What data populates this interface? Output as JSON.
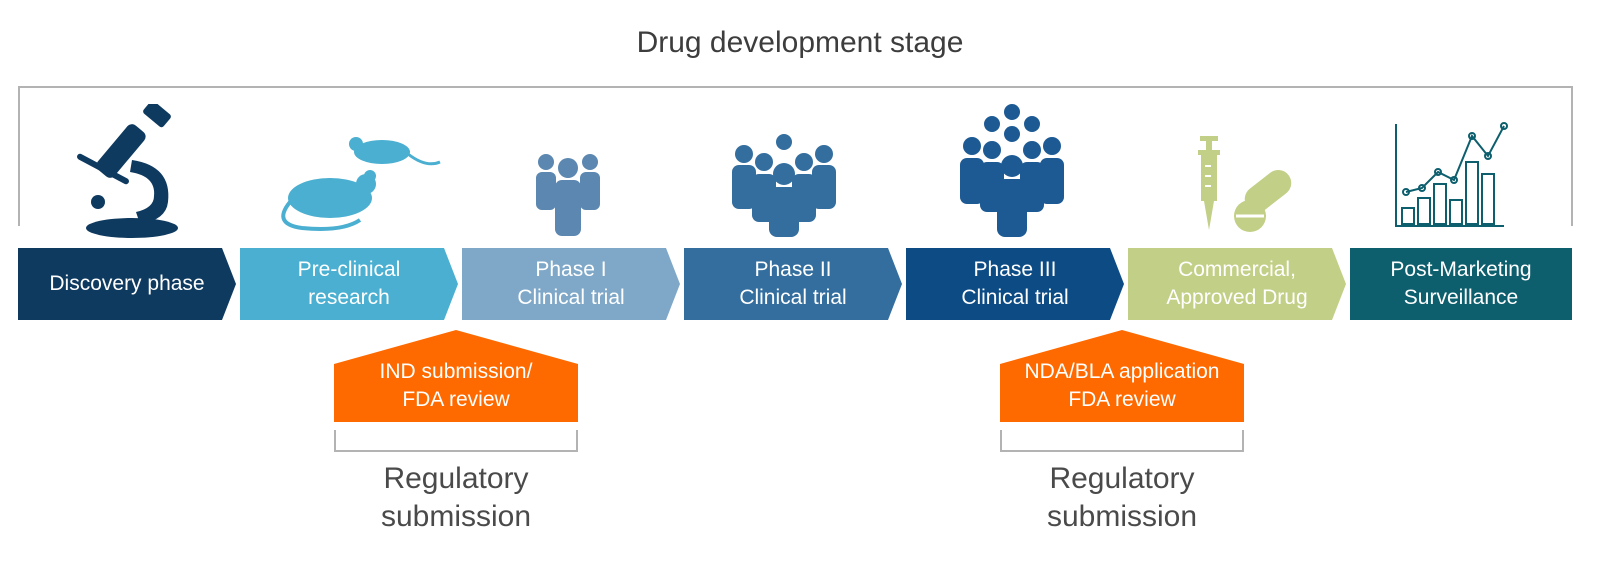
{
  "title": "Drug development stage",
  "stages": [
    {
      "label": "Discovery phase",
      "color": "#0f3a5f",
      "icon": "microscope-icon"
    },
    {
      "label": "Pre-clinical\nresearch",
      "color": "#4aafd0",
      "icon": "mice-icon"
    },
    {
      "label": "Phase I\nClinical trial",
      "color": "#7fa8c8",
      "icon": "small-group-icon"
    },
    {
      "label": "Phase II\nClinical trial",
      "color": "#336e9e",
      "icon": "medium-group-icon"
    },
    {
      "label": "Phase III\nClinical trial",
      "color": "#0d4b85",
      "icon": "large-group-icon"
    },
    {
      "label": "Commercial,\nApproved Drug",
      "color": "#c2cf86",
      "icon": "syringe-pill-icon"
    },
    {
      "label": "Post-Marketing\nSurveillance",
      "color": "#0d5f6e",
      "icon": "bar-chart-icon"
    }
  ],
  "regulatory": [
    {
      "box_label": "IND submission/\nFDA review",
      "caption": "Regulatory\nsubmission",
      "color": "#ff6a00"
    },
    {
      "box_label": "NDA/BLA application\nFDA review",
      "caption": "Regulatory\nsubmission",
      "color": "#ff6a00"
    }
  ]
}
